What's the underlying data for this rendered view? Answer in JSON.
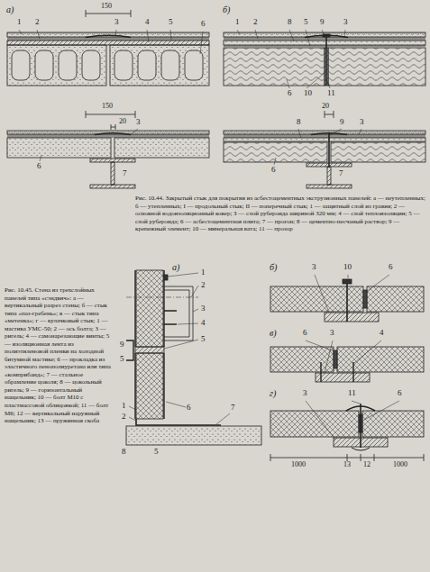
{
  "diagram": {
    "labels": [
      "а)",
      "1",
      "2",
      "150",
      "3",
      "4",
      "5",
      "6",
      "б)",
      "1",
      "2",
      "8",
      "5",
      "9",
      "3",
      "6",
      "10",
      "11",
      "150",
      "20",
      "3",
      "6",
      "7",
      "8",
      "20",
      "9",
      "3",
      "6",
      "7",
      "Рис. 10.44. Закрытый стык для покрытия из асбестоцементных экструзионных панелей: а — неутепленных; б — утепленных; I — продольный стык; II — поперечный стык; 1 — защитный слой из гравия; 2 — основной водоизоляционный ковер; 3 — слой рубероида шириной 320 мм; 4 — слой теплоизоляции; 5 — слой рубероида; 6 — асбестоцементная плита; 7 — прогон; 8 — цементно-песчаный раствор; 9 — крепежный элемент; 10 — минеральная вата; 11 — прозор",
      "Рис. 10.45. Стена из трехслойных панелей типа «сэндвич»: а — вертикальный разрез стены; б — стык типа «паз-гребень»; в — стык типа «метенка»; г — кулачковый стык; 1 — мастика УМС-50; 2 — ось болта; 3 — ригель; 4 — самонарезающие винты; 5 — изоляционная лента из полиэтиленовой пленки на холодной битумной мастике; 6 — прокладка из эластичного пенополиуретана или типа «комприбанд»; 7 — стальное обрамление цоколя; 8 — цокольный ригель; 9 — горизонтальный нащельник; 10 — болт М10 с пластмассовой облицовкой; 11 — болт М6; 12 — вертикальный наружный нащельник; 13 — пружинная скоба",
      "а)",
      "1",
      "2",
      "3",
      "4",
      "5",
      "9",
      "5",
      "1",
      "2",
      "6",
      "7",
      "8",
      "5",
      "б)",
      "3",
      "10",
      "6",
      "в)",
      "6",
      "3",
      "4",
      "г)",
      "3",
      "11",
      "6",
      "1000",
      "13",
      "12",
      "1000"
    ]
  }
}
